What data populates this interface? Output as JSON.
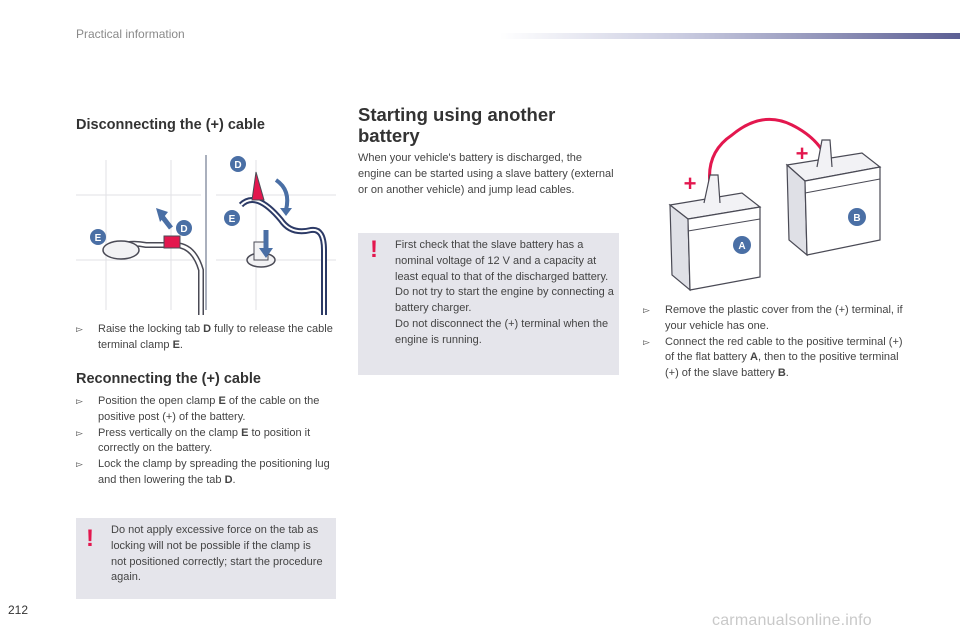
{
  "header": {
    "section": "Practical information"
  },
  "left": {
    "disconnect_title": "Disconnecting the (+) cable",
    "disconnect_steps": [
      {
        "bullet": "▻",
        "parts": [
          "Raise the locking tab ",
          "D",
          " fully to release the cable terminal clamp ",
          "E",
          "."
        ]
      }
    ],
    "reconnect_title": "Reconnecting the (+) cable",
    "reconnect_steps": [
      {
        "bullet": "▻",
        "parts": [
          "Position the open clamp ",
          "E",
          " of the cable on the positive post (+) of the battery."
        ]
      },
      {
        "bullet": "▻",
        "parts": [
          "Press vertically on the clamp ",
          "E",
          " to position it correctly on the battery."
        ]
      },
      {
        "bullet": "▻",
        "parts": [
          "Lock the clamp by spreading the positioning lug and then lowering the tab ",
          "D",
          "."
        ]
      }
    ],
    "warning": {
      "mark": "!",
      "text": "Do not apply excessive force on the tab as locking will not be possible if the clamp is not positioned correctly; start the procedure again."
    },
    "figure_labels": {
      "d_top": "D",
      "e_top": "E",
      "e_left": "E",
      "d_mid": "D"
    }
  },
  "middle": {
    "title_line1": "Starting using another",
    "title_line2": "battery",
    "intro": "When your vehicle's battery is discharged, the engine can be started using a slave battery (external or on another vehicle) and jump lead cables.",
    "warning": {
      "mark": "!",
      "lines": [
        "First check that the slave battery has a nominal voltage of 12 V and a capacity at least equal to that of the discharged battery.",
        "Do not try to start the engine by connecting a battery charger.",
        "Do not disconnect the (+) terminal when the engine is running."
      ]
    }
  },
  "right": {
    "figure_labels": {
      "plus_a": "+",
      "plus_b": "+",
      "battery_a": "A",
      "battery_b": "B"
    },
    "steps": [
      {
        "bullet": "▻",
        "parts": [
          "Remove the plastic cover from the (+) terminal, if your vehicle has one."
        ]
      },
      {
        "bullet": "▻",
        "parts": [
          "Connect the red cable to the positive terminal (+) of the flat battery ",
          "A",
          ", then to the positive terminal (+) of the slave battery ",
          "B",
          "."
        ]
      }
    ]
  },
  "footer": {
    "page_number": "212",
    "watermark": "carmanualsonline.info"
  },
  "colors": {
    "accent_red": "#e3174e",
    "label_blue": "#4a6fa5",
    "box_grey": "#e5e5eb",
    "header_bar": "#5c5f94"
  }
}
